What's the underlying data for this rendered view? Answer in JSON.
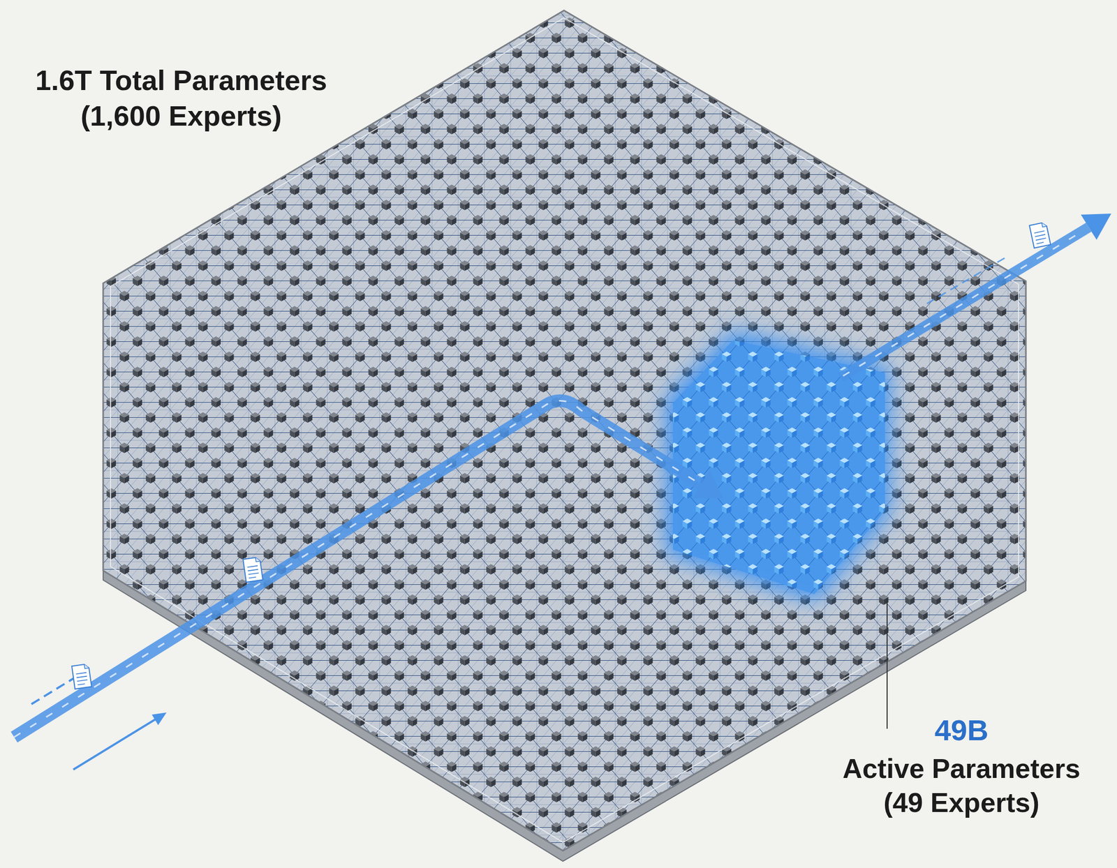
{
  "diagram": {
    "labels": [
      "1.6T Total Parameters (1,600 Experts)",
      "49B",
      "Active Parameters (49 Experts)"
    ]
  }
}
